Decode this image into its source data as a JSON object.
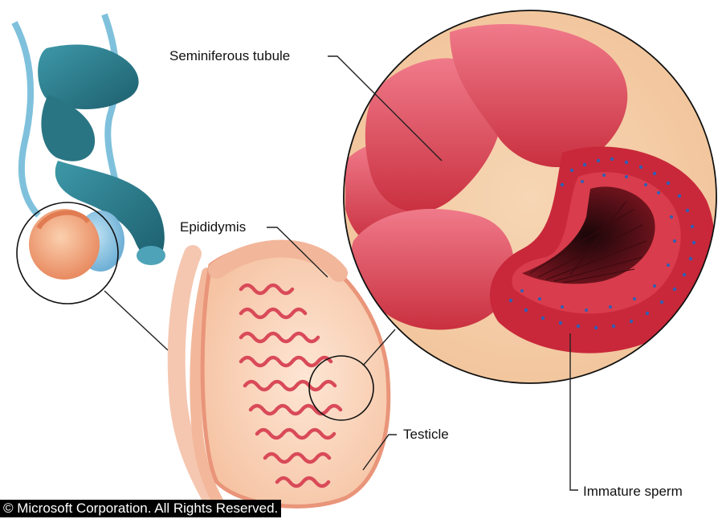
{
  "labels": {
    "seminiferous_tubule": "Seminiferous tubule",
    "epididymis": "Epididymis",
    "testicle": "Testicle",
    "immature_sperm": "Immature sperm"
  },
  "copyright": "© Microsoft Corporation. All Rights Reserved.",
  "colors": {
    "anatomy_teal": "#2e7f8e",
    "testicle_orange": "#f0a77a",
    "tubule_red": "#d9364a",
    "sperm_blue": "#2f5fb5"
  }
}
